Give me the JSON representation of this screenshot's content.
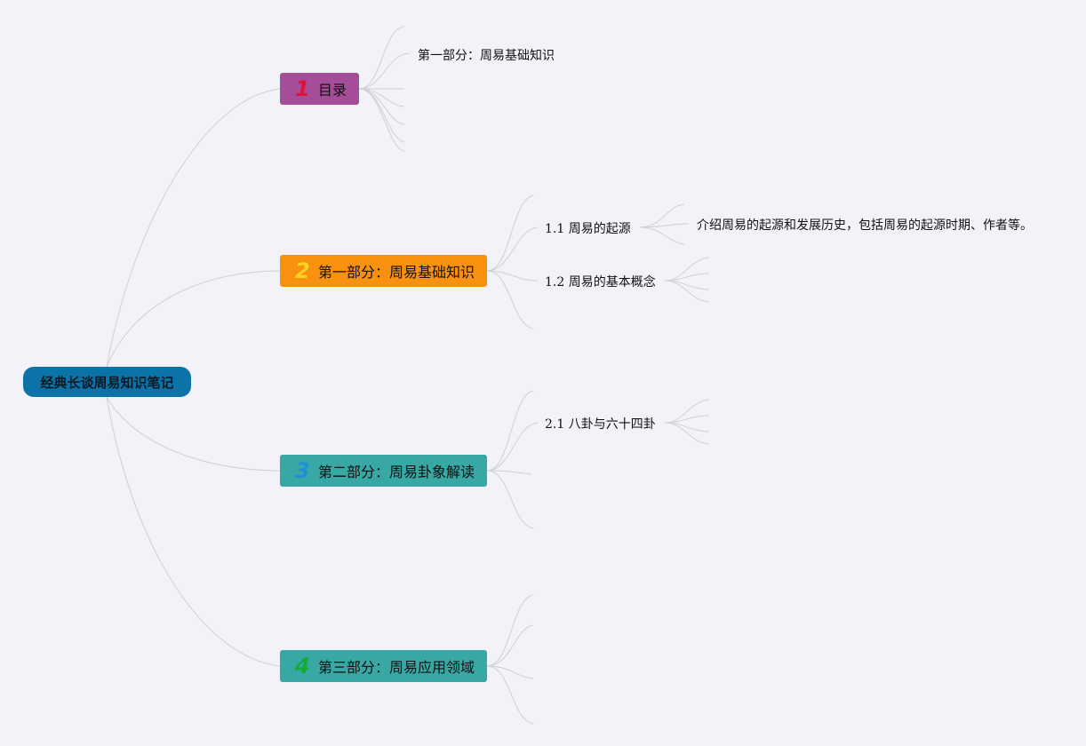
{
  "root": {
    "label": "经典长谈周易知识笔记"
  },
  "branches": [
    {
      "number": "1",
      "label": "目录",
      "color": "#a64d9a",
      "number_color": "#e0123a"
    },
    {
      "number": "2",
      "label": "第一部分：周易基础知识",
      "color": "#f7910f",
      "number_color": "#ffd21f"
    },
    {
      "number": "3",
      "label": "第二部分：周易卦象解读",
      "color": "#38a8a4",
      "number_color": "#1f8fd6"
    },
    {
      "number": "4",
      "label": "第三部分：周易应用领域",
      "color": "#38a8a4",
      "number_color": "#18a83a"
    }
  ],
  "toc_items": [
    "第一部分：周易基础知识"
  ],
  "part1_topics": [
    {
      "label": "1.1 周易的起源",
      "detail": "介绍周易的起源和发展历史，包括周易的起源时期、作者等。"
    },
    {
      "label": "1.2 周易的基本概念"
    }
  ],
  "part2_topics": [
    {
      "label": "2.1 八卦与六十四卦"
    }
  ],
  "colors": {
    "background": "#f3f2f8",
    "root": "#0b73a8",
    "connector": "#cfcfd6"
  }
}
